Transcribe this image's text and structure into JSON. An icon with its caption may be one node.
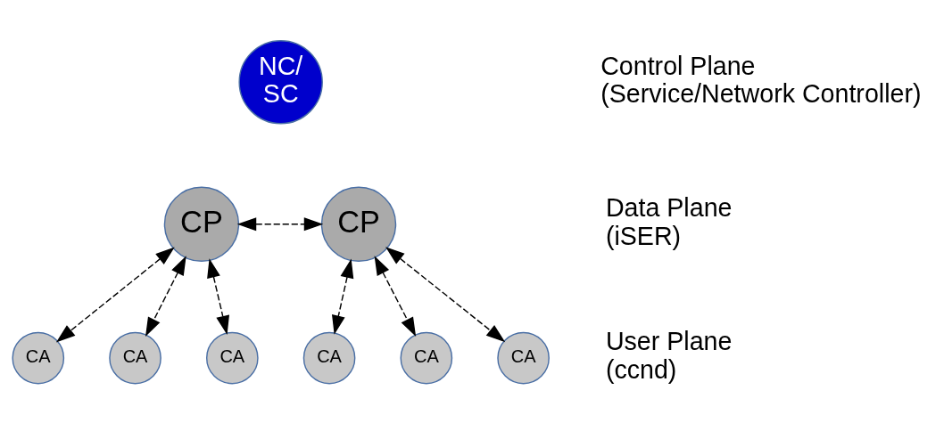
{
  "diagram": {
    "nodes": [
      {
        "text": [
          "NC/ SC"
        ]
      },
      {
        "text": [
          "CP"
        ]
      },
      {
        "text": [
          "CP"
        ]
      },
      {
        "text": [
          "CA"
        ]
      },
      {
        "text": [
          "CA"
        ]
      },
      {
        "text": [
          "CA"
        ]
      },
      {
        "text": [
          "CA"
        ]
      },
      {
        "text": [
          "CA"
        ]
      },
      {
        "text": [
          "CA"
        ]
      }
    ],
    "edges": [
      {
        "from": 1,
        "to": 2,
        "arrow": "both",
        "style": "dashed"
      },
      {
        "from": 3,
        "to": 1,
        "arrow": "both",
        "style": "dashed"
      },
      {
        "from": 4,
        "to": 1,
        "arrow": "both",
        "style": "dashed"
      },
      {
        "from": 5,
        "to": 1,
        "arrow": "both",
        "style": "dashed"
      },
      {
        "from": 6,
        "to": 2,
        "arrow": "both",
        "style": "dashed"
      },
      {
        "from": 7,
        "to": 2,
        "arrow": "both",
        "style": "dashed"
      },
      {
        "from": 8,
        "to": 2,
        "arrow": "both",
        "style": "dashed"
      }
    ],
    "labels": [
      "Control Plane (Service/Network Controller)",
      "Data Plane (iSER)",
      "User Plane (ccnd)"
    ]
  }
}
